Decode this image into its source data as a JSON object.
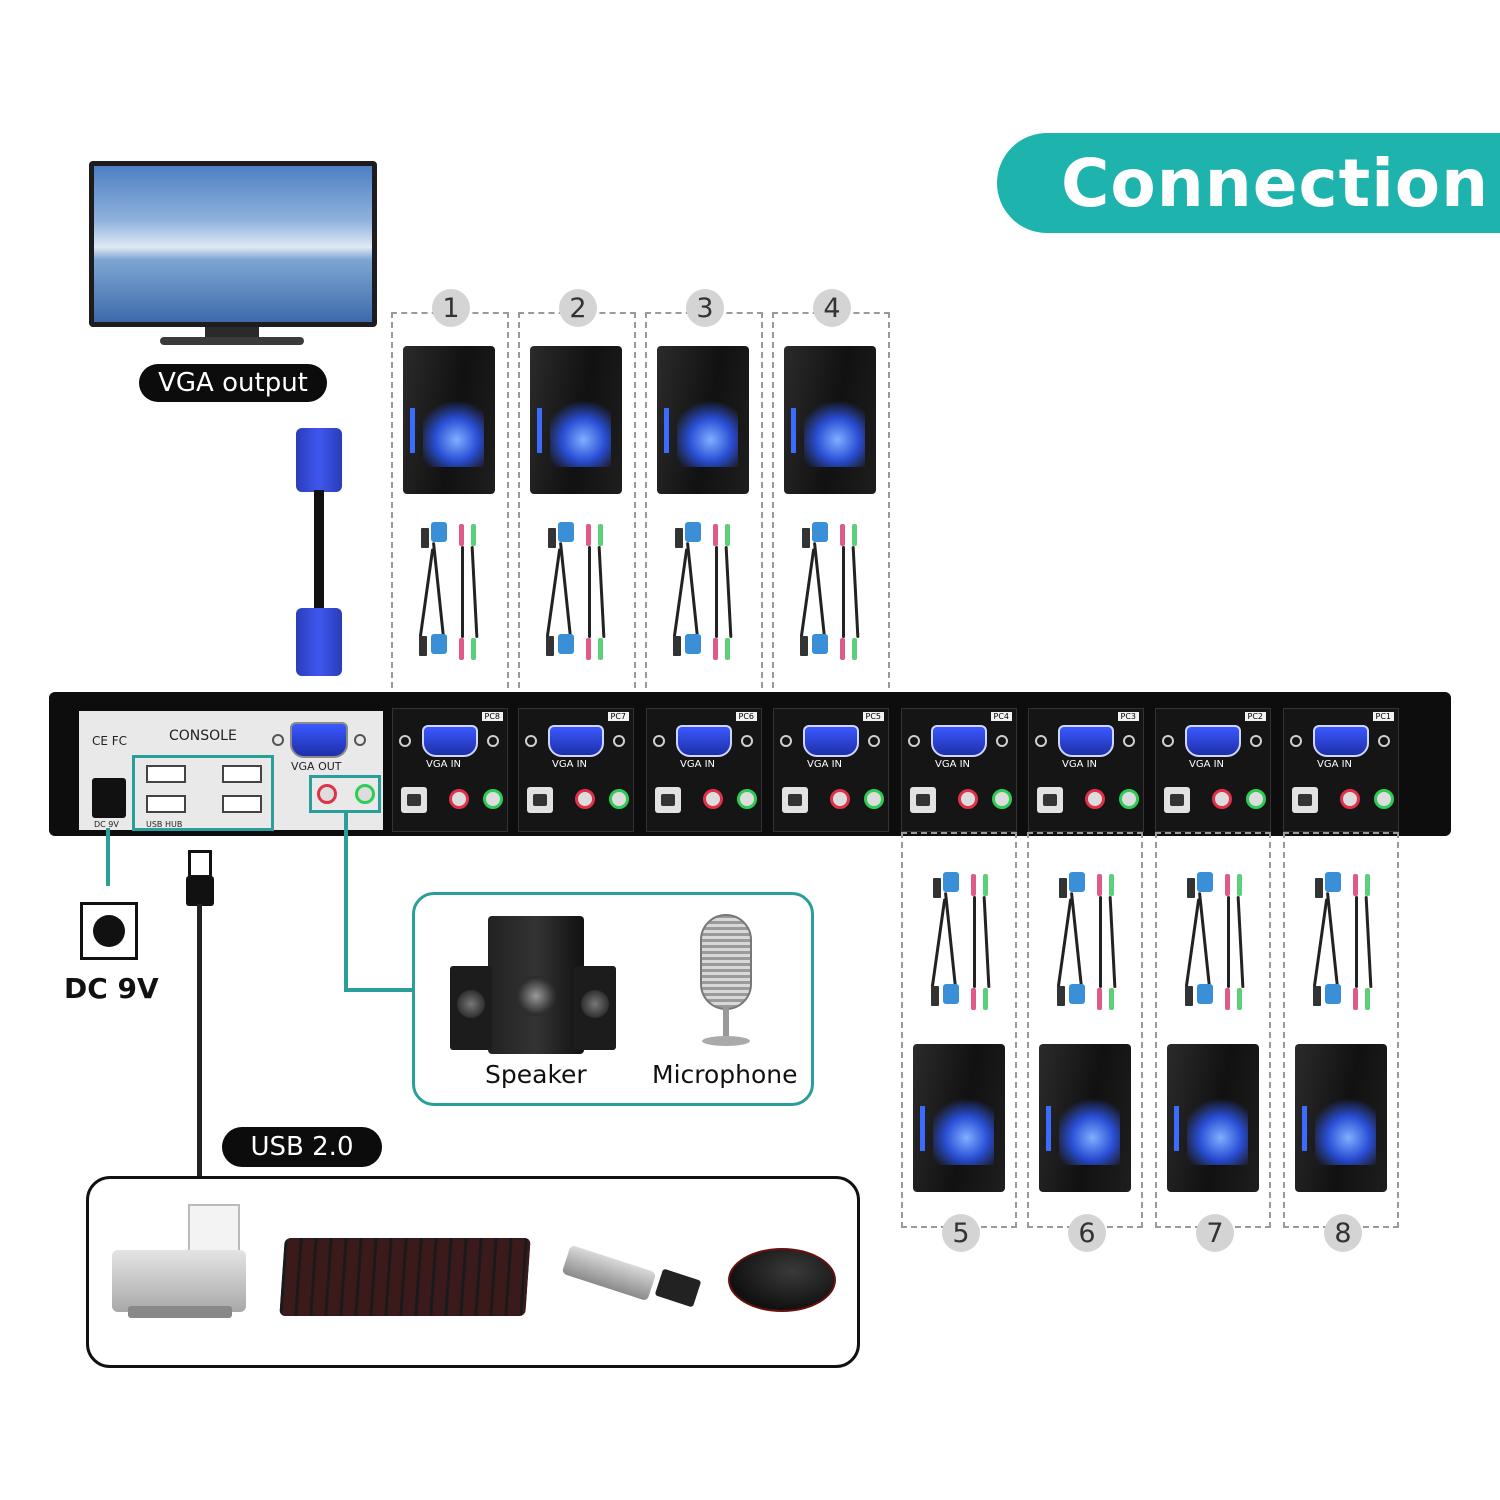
{
  "title": "Connection",
  "labels": {
    "vga_output": "VGA output",
    "usb": "USB 2.0",
    "dc": "DC 9V",
    "speaker": "Speaker",
    "microphone": "Microphone"
  },
  "console": {
    "title": "CONSOLE",
    "cert": "CE  FC",
    "vga_out": "VGA OUT",
    "usb_hub": "USB HUB",
    "dc_label": "DC 9V"
  },
  "pc_ports": [
    {
      "tag": "PC8",
      "vga": "VGA IN"
    },
    {
      "tag": "PC7",
      "vga": "VGA IN"
    },
    {
      "tag": "PC6",
      "vga": "VGA IN"
    },
    {
      "tag": "PC5",
      "vga": "VGA IN"
    },
    {
      "tag": "PC4",
      "vga": "VGA IN"
    },
    {
      "tag": "PC3",
      "vga": "VGA IN"
    },
    {
      "tag": "PC2",
      "vga": "VGA IN"
    },
    {
      "tag": "PC1",
      "vga": "VGA IN"
    }
  ],
  "pc_numbers_top": [
    "1",
    "2",
    "3",
    "4"
  ],
  "pc_numbers_bottom": [
    "5",
    "6",
    "7",
    "8"
  ],
  "colors": {
    "accent": "#1fb3ad",
    "teal_line": "#2a9e98",
    "label_bg": "#0c0c0c"
  }
}
